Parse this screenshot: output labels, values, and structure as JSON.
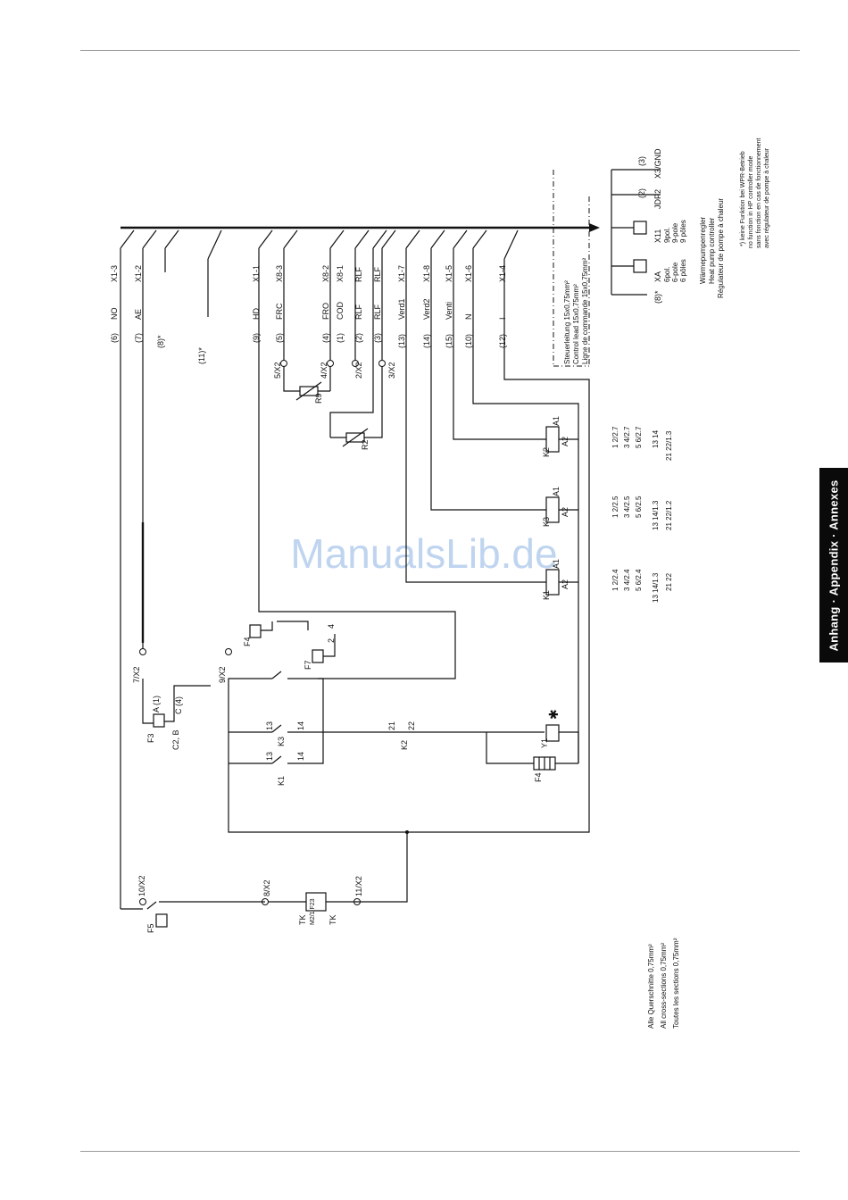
{
  "side_tab": "Anhang · Appendix · Annexes",
  "watermark": "ManualsLib.de",
  "bus_wires": [
    {
      "num": "(6)",
      "sig": "NO",
      "term": "X1-3"
    },
    {
      "num": "(7)",
      "sig": "AE",
      "term": "X1-2"
    },
    {
      "num": "(8)*",
      "sig": "",
      "term": ""
    },
    {
      "num": "(11)*",
      "sig": "",
      "term": ""
    },
    {
      "num": "(9)",
      "sig": "HD",
      "term": "X1-1"
    },
    {
      "num": "(5)",
      "sig": "FRC",
      "term": "X8-3"
    },
    {
      "num": "(4)",
      "sig": "FRO",
      "term": "X8-2"
    },
    {
      "num": "(1)",
      "sig": "COD",
      "term": "X8-1"
    },
    {
      "num": "(2)",
      "sig": "RLF",
      "term": "RLF"
    },
    {
      "num": "(3)",
      "sig": "RLF",
      "term": "RLF"
    },
    {
      "num": "(13)",
      "sig": "Verd1",
      "term": "X1-7"
    },
    {
      "num": "(14)",
      "sig": "Verd2",
      "term": "X1-8"
    },
    {
      "num": "(15)",
      "sig": "Venti",
      "term": "X1-5"
    },
    {
      "num": "(10)",
      "sig": "N",
      "term": "X1-6"
    },
    {
      "num": "(12)",
      "sig": "I",
      "term": "X1-4"
    }
  ],
  "right_block": {
    "steuerleitung": [
      "Steuerleitung 15x0,75mm²",
      "Control lead 15x0,75mm²",
      "Ligne de commande 15x0,75mm²"
    ],
    "x11": [
      "X11",
      "9pol.",
      "9-pole",
      "9 pôles"
    ],
    "xa": [
      "XA",
      "6pol.",
      "6-pole",
      "6 pôles"
    ],
    "mark_8": "(8)*",
    "mark_2": "(2)",
    "mark_3": "(3)",
    "jdp2": "JDP2",
    "x3gnd": "X3/GND",
    "controller": [
      "Wärmepumpenregler",
      "Heat pump controller",
      "Régulateur de pompe à chaleur"
    ],
    "footnote": [
      "*) keine Funktion bei WPR-Betrieb",
      "no function in HP controller mode",
      "sans fonction en cas de fonctionnement",
      "avec régulateur de pompe à chaleur"
    ]
  },
  "cross_sections": [
    "Alle Querschnitte 0,75mm²",
    "All cross-sections 0,75mm²",
    "Toutes les sections 0,75mm²"
  ],
  "terminals": {
    "x5": "5/X2",
    "x4": "4/X2",
    "x2": "2/X2",
    "x3": "3/X2",
    "x7": "7/X2",
    "x9": "9/X2",
    "x10": "10/X2",
    "x8": "8/X2",
    "x11": "11/X2"
  },
  "components": {
    "r9": "R9",
    "r2": "R2",
    "k1": "K1",
    "k2": "K2",
    "k3": "K3",
    "a1": "A1",
    "a2": "A2",
    "f3": "F3",
    "f4": "F4",
    "f5": "F5",
    "f7": "F7",
    "f4b": "F4",
    "y1": "Y1",
    "tk": "TK",
    "f3_a": "A (1)",
    "f3_c": "C (4)",
    "f3_cb": "C2, B",
    "n13": "13",
    "n14": "14",
    "n21": "21",
    "n22": "22",
    "n2": "2",
    "n4": "4",
    "tk_sub": "M2/1 F23"
  },
  "contacts": {
    "k1": [
      "1 2/2.4",
      "3 4/2.4",
      "5 6/2.4",
      "13 14/1.3",
      "21 22"
    ],
    "k3": [
      "1 2/2.5",
      "3 4/2.5",
      "5 6/2.5",
      "13 14/1.3",
      "21 22/1.2"
    ],
    "k2": [
      "1 2/2.7",
      "3 4/2.7",
      "5 6/2.7",
      "13 14",
      "21 22/1.3"
    ]
  }
}
